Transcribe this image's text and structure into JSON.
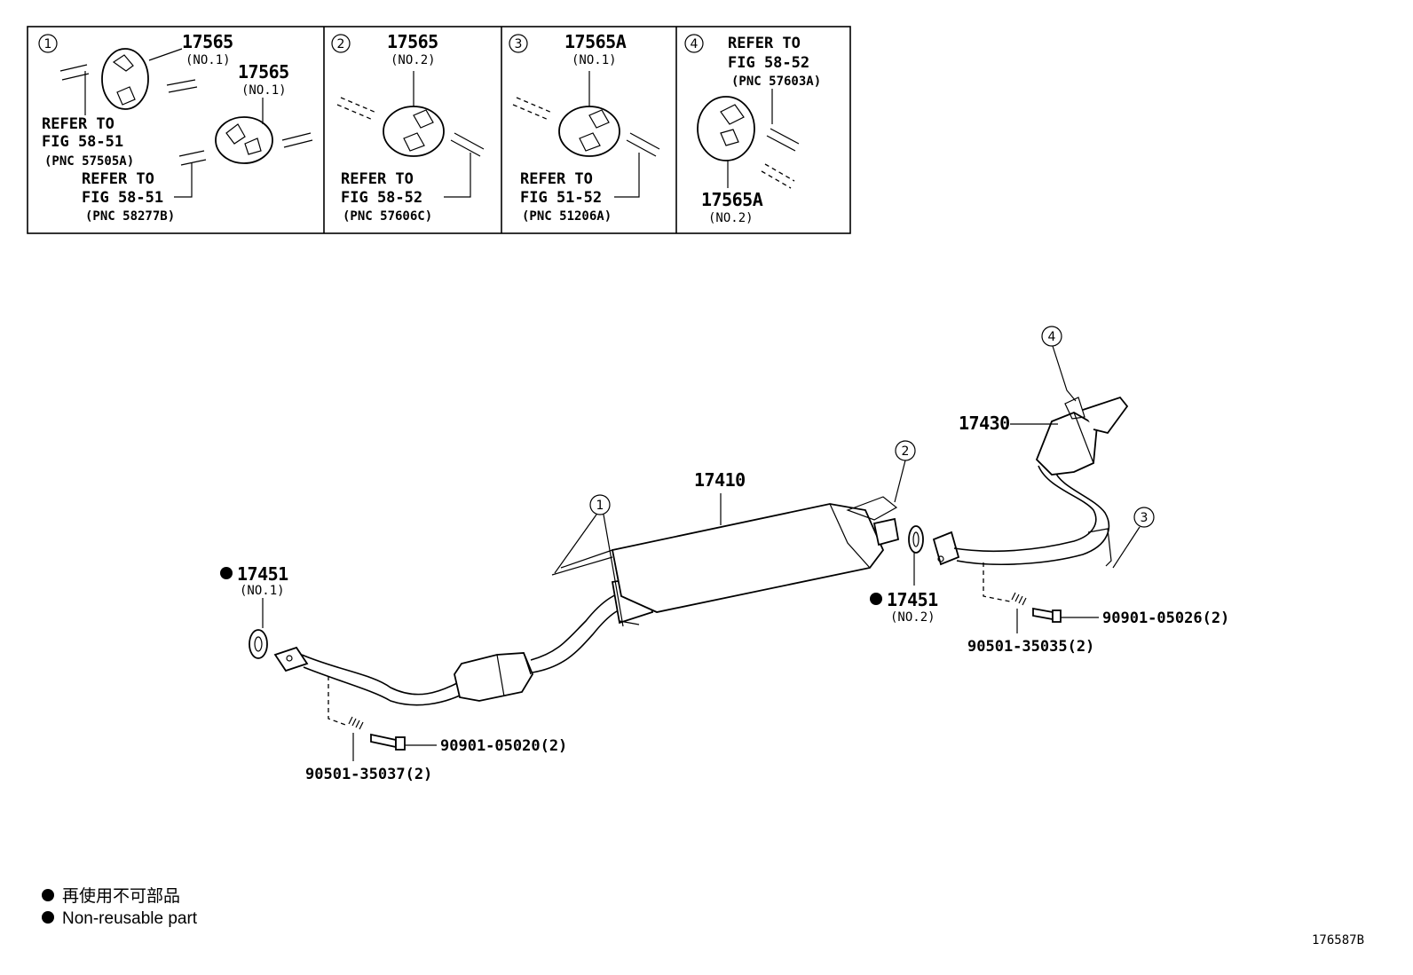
{
  "insets": [
    {
      "index": "1",
      "parts": [
        {
          "number": "17565",
          "note": "(NO.1)"
        },
        {
          "number": "17565",
          "note": "(NO.1)"
        }
      ],
      "refs": [
        {
          "refer": "REFER TO",
          "fig": "FIG 58-51",
          "pnc": "(PNC 57505A)"
        },
        {
          "refer": "REFER TO",
          "fig": "FIG 58-51",
          "pnc": "(PNC 58277B)"
        }
      ]
    },
    {
      "index": "2",
      "parts": [
        {
          "number": "17565",
          "note": "(NO.2)"
        }
      ],
      "refs": [
        {
          "refer": "REFER TO",
          "fig": "FIG 58-52",
          "pnc": "(PNC 57606C)"
        }
      ]
    },
    {
      "index": "3",
      "parts": [
        {
          "number": "17565A",
          "note": "(NO.1)"
        }
      ],
      "refs": [
        {
          "refer": "REFER TO",
          "fig": "FIG 51-52",
          "pnc": "(PNC 51206A)"
        }
      ]
    },
    {
      "index": "4",
      "parts": [
        {
          "number": "17565A",
          "note": "(NO.2)"
        }
      ],
      "refs": [
        {
          "refer": "REFER TO",
          "fig": "FIG 58-52",
          "pnc": "(PNC 57603A)"
        }
      ]
    }
  ],
  "main": {
    "callouts": [
      "1",
      "2",
      "3",
      "4"
    ],
    "part_17410": "17410",
    "part_17430": "17430",
    "gasket_no1": {
      "number": "17451",
      "note": "(NO.1)"
    },
    "gasket_no2": {
      "number": "17451",
      "note": "(NO.2)"
    },
    "bolt_front": "90901-05020(2)",
    "spring_front": "90501-35037(2)",
    "bolt_rear": "90901-05026(2)",
    "spring_rear": "90501-35035(2)"
  },
  "legend": {
    "jp": "再使用不可部品",
    "en": "Non-reusable part"
  },
  "figure_id": "176587B"
}
